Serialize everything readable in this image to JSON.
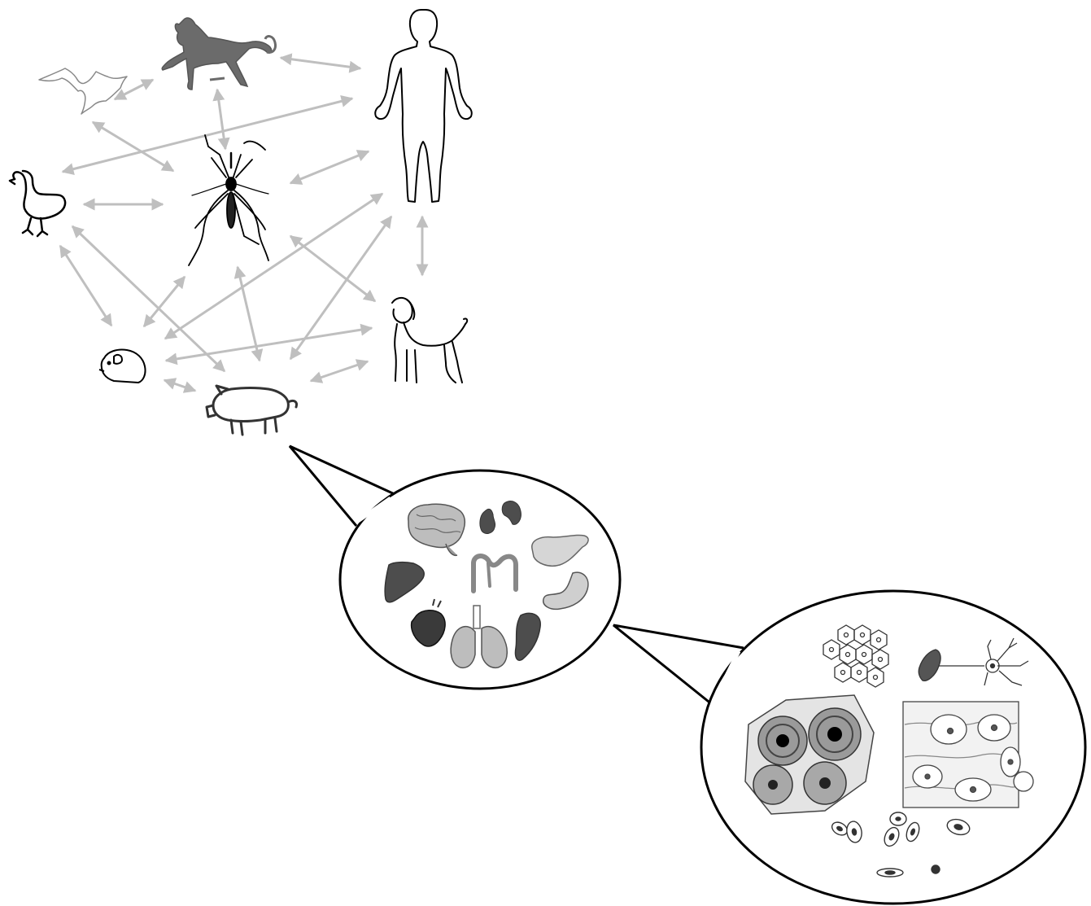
{
  "diagram": {
    "nodes": [
      "human",
      "monkey",
      "bat",
      "goose",
      "mosquito",
      "dog",
      "mouse",
      "pig"
    ],
    "edges": [
      [
        "monkey",
        "human"
      ],
      [
        "bat",
        "monkey"
      ],
      [
        "monkey",
        "mosquito"
      ],
      [
        "bat",
        "mosquito"
      ],
      [
        "goose",
        "human"
      ],
      [
        "goose",
        "mosquito"
      ],
      [
        "mosquito",
        "human"
      ],
      [
        "dog",
        "human"
      ],
      [
        "goose",
        "mouse"
      ],
      [
        "goose",
        "pig"
      ],
      [
        "mosquito",
        "mouse"
      ],
      [
        "mosquito",
        "pig"
      ],
      [
        "mosquito",
        "dog"
      ],
      [
        "mouse",
        "human"
      ],
      [
        "pig",
        "human"
      ],
      [
        "mouse",
        "dog"
      ],
      [
        "mouse",
        "pig"
      ],
      [
        "pig",
        "dog"
      ]
    ],
    "zoom_levels": [
      "organism",
      "organs",
      "cells"
    ],
    "organs": [
      "brain",
      "kidneys",
      "pancreas",
      "liver",
      "intestine",
      "stomach",
      "heart",
      "lungs",
      "spleen"
    ],
    "cell_types": [
      "epithelial-cells",
      "muscle-and-neuron",
      "bone-tissue",
      "cartilage-cells",
      "blood-cells"
    ],
    "colors": {
      "arrow": "#bfbfbf",
      "outline": "#000000",
      "organ_dark": "#4d4d4d",
      "organ_light": "#cfcfcf",
      "organ_mid": "#8a8a8a"
    }
  }
}
